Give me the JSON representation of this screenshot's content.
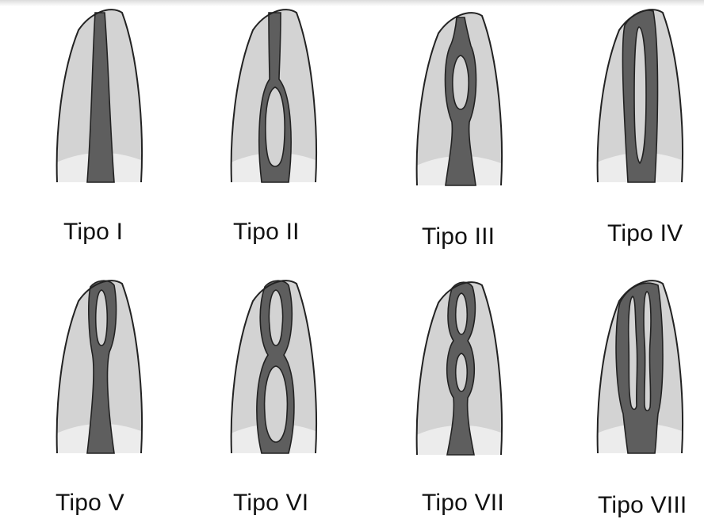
{
  "colors": {
    "background": "#ffffff",
    "tooth_fill": "#d3d3d3",
    "tooth_outline": "#222222",
    "crown_band": "#ececec",
    "canal_fill": "#5e5e5e"
  },
  "types": [
    {
      "label": "Tipo I"
    },
    {
      "label": "Tipo II"
    },
    {
      "label": "Tipo III"
    },
    {
      "label": "Tipo IV"
    },
    {
      "label": "Tipo V"
    },
    {
      "label": "Tipo VI"
    },
    {
      "label": "Tipo VII"
    },
    {
      "label": "Tipo VIII"
    }
  ]
}
